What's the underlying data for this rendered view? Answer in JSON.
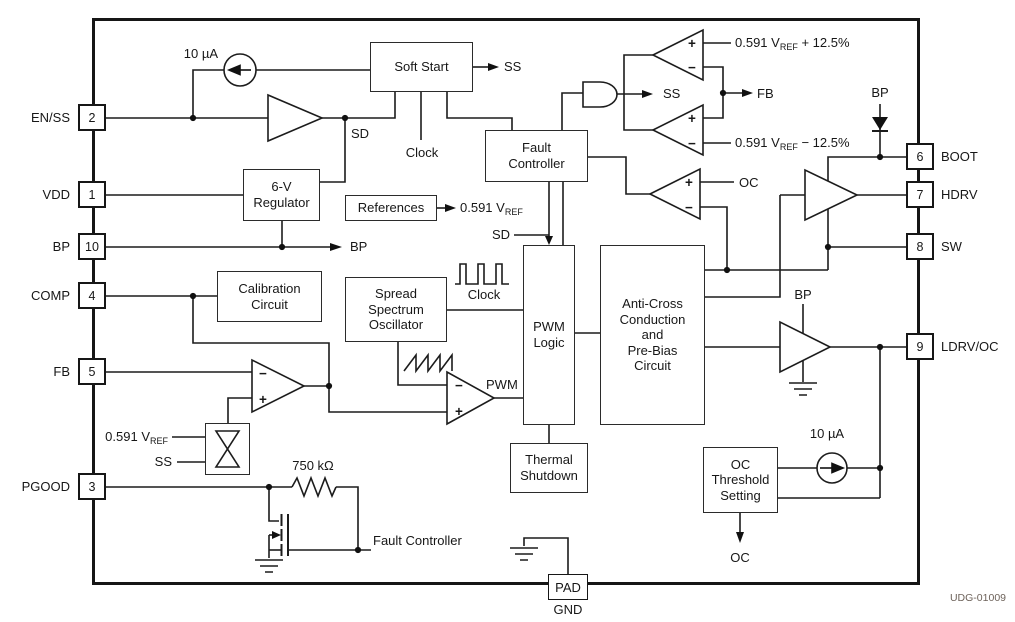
{
  "figure": {
    "code": "UDG-01009"
  },
  "glyphs": {
    "plus": "+",
    "minus": "−"
  },
  "pins": {
    "left": [
      {
        "number": "2",
        "name": "EN/SS"
      },
      {
        "number": "1",
        "name": "VDD"
      },
      {
        "number": "10",
        "name": "BP"
      },
      {
        "number": "4",
        "name": "COMP"
      },
      {
        "number": "5",
        "name": "FB"
      },
      {
        "number": "3",
        "name": "PGOOD"
      }
    ],
    "right": [
      {
        "number": "6",
        "name": "BOOT"
      },
      {
        "number": "7",
        "name": "HDRV"
      },
      {
        "number": "8",
        "name": "SW"
      },
      {
        "number": "9",
        "name": "LDRV/OC"
      }
    ],
    "pad": {
      "number": "PAD",
      "name": "GND"
    }
  },
  "blocks": {
    "soft_start": "Soft Start",
    "fault_controller": "Fault\nController",
    "regulator_6v": "6-V\nRegulator",
    "references": "References",
    "calibration": "Calibration\nCircuit",
    "spread_spectrum_osc": "Spread\nSpectrum\nOscillator",
    "pwm_logic": "PWM\nLogic",
    "anti_cross": "Anti-Cross\nConduction\nand\nPre-Bias\nCircuit",
    "thermal_shutdown": "Thermal\nShutdown",
    "oc_threshold": "OC\nThreshold\nSetting"
  },
  "labels": {
    "en_current_source": "10 µA",
    "sd_buffer": "SD",
    "soft_start_ss": "SS",
    "clock_stub": "Clock",
    "vref_out": {
      "pre": "0.591 V",
      "sub": "REF",
      "post": ""
    },
    "sd_pwm": "SD",
    "bp_out": "BP",
    "clock_wave": "Clock",
    "pwm": "PWM",
    "mux_vref": {
      "pre": "0.591 V",
      "sub": "REF",
      "post": ""
    },
    "mux_ss": "SS",
    "resistor": "750 kΩ",
    "fault_controller_ref": "Fault Controller",
    "and_ss": "SS",
    "fb_node": "FB",
    "vref_plus": {
      "pre": "0.591 V",
      "sub": "REF",
      "post": " + 12.5%"
    },
    "vref_minus": {
      "pre": "0.591 V",
      "sub": "REF",
      "post": " − 12.5%"
    },
    "oc_comparator": "OC",
    "bp_diode": "BP",
    "bp_ldrv": "BP",
    "oc_current_source": "10 µA",
    "oc_out": "OC"
  }
}
